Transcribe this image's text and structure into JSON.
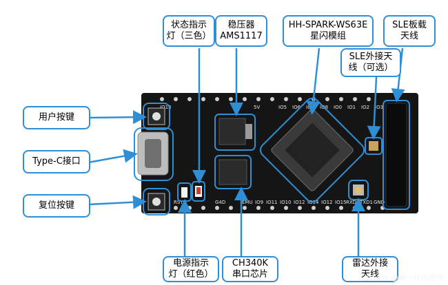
{
  "figure": {
    "colors": {
      "callout_border": "#2f8fd6",
      "arrow": "#2f8fd6",
      "board": "#151515",
      "pin_label": "#e6e6e6"
    },
    "callouts": {
      "user_button": {
        "line1": "用户按键"
      },
      "typec": {
        "line1": "Type-C接口"
      },
      "reset_button": {
        "line1": "复位按键"
      },
      "status_led": {
        "line1": "状态指示",
        "line2": "灯（三色）"
      },
      "regulator": {
        "line1": "稳压器",
        "line2": "AMS1117"
      },
      "module": {
        "line1": "HH-SPARK-WS63E",
        "line2": "星闪模组"
      },
      "sle_onboard_antenna": {
        "line1": "SLE板载",
        "line2": "天线"
      },
      "sle_external_antenna": {
        "line1": "SLE外接天",
        "line2": "线（可选）"
      },
      "power_led": {
        "line1": "电源指示",
        "line2": "灯（红色）"
      },
      "ch340k": {
        "line1": "CH340K",
        "line2": "串口芯片"
      },
      "radar_antenna": {
        "line1": "雷达外接",
        "line2": "天线"
      }
    },
    "pin_labels_top": [
      "IO13",
      "5V",
      "IO5",
      "IO6",
      "IO7",
      "IO8",
      "IO0",
      "IO1",
      "IO2",
      "IO3"
    ],
    "pin_labels_bottom": [
      "RST",
      "G4D",
      "EMU",
      "IO9",
      "IO11",
      "IO10",
      "IO12",
      "IO14",
      "IO12",
      "IO15",
      "RXD1",
      "TXD1",
      "GND"
    ],
    "watermark": "CSDN @神一样的老师"
  }
}
